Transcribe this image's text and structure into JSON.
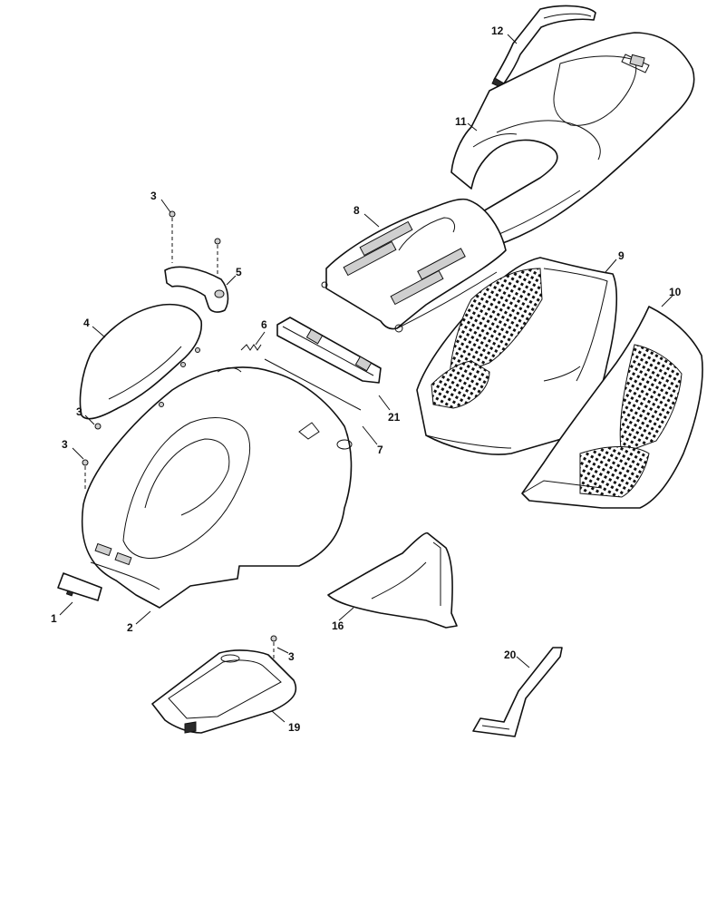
{
  "callouts": [
    {
      "id": "c1",
      "text": "1"
    },
    {
      "id": "c2",
      "text": "2"
    },
    {
      "id": "c3a",
      "text": "3"
    },
    {
      "id": "c3b",
      "text": "3"
    },
    {
      "id": "c3c",
      "text": "3"
    },
    {
      "id": "c3d",
      "text": "3"
    },
    {
      "id": "c4",
      "text": "4"
    },
    {
      "id": "c5",
      "text": "5"
    },
    {
      "id": "c6",
      "text": "6"
    },
    {
      "id": "c7",
      "text": "7"
    },
    {
      "id": "c8",
      "text": "8"
    },
    {
      "id": "c9",
      "text": "9"
    },
    {
      "id": "c10",
      "text": "10"
    },
    {
      "id": "c11",
      "text": "11"
    },
    {
      "id": "c12",
      "text": "12"
    },
    {
      "id": "c16",
      "text": "16"
    },
    {
      "id": "c19",
      "text": "19"
    },
    {
      "id": "c20",
      "text": "20"
    },
    {
      "id": "c21",
      "text": "21"
    }
  ]
}
